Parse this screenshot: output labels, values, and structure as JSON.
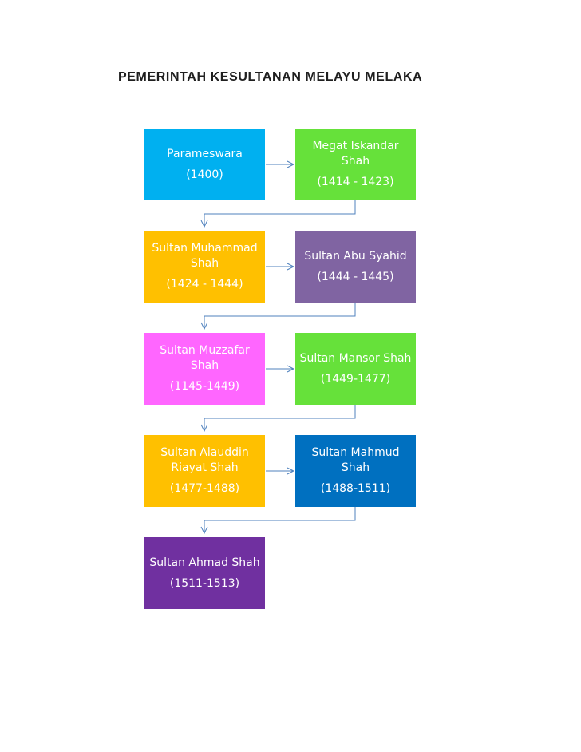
{
  "title": "PEMERINTAH KESULTANAN MELAYU MELAKA",
  "rulers": [
    {
      "name": "Parameswara",
      "years": "(1400)",
      "color": "#00B0F0"
    },
    {
      "name": "Megat Iskandar Shah",
      "years": "(1414 - 1423)",
      "color": "#66E13A"
    },
    {
      "name": "Sultan Muhammad Shah",
      "years": "(1424 - 1444)",
      "color": "#FFC000"
    },
    {
      "name": "Sultan Abu Syahid",
      "years": "(1444 - 1445)",
      "color": "#8064A2"
    },
    {
      "name": "Sultan Muzzafar Shah",
      "years": "(1145-1449)",
      "color": "#FF66FF"
    },
    {
      "name": "Sultan Mansor Shah",
      "years": "(1449-1477)",
      "color": "#66E13A"
    },
    {
      "name": "Sultan Alauddin Riayat Shah",
      "years": "(1477-1488)",
      "color": "#FFC000"
    },
    {
      "name": "Sultan Mahmud Shah",
      "years": "(1488-1511)",
      "color": "#0070C0"
    },
    {
      "name": "Sultan Ahmad Shah",
      "years": "(1511-1513)",
      "color": "#7030A0"
    }
  ],
  "connector_color": "#4F81BD"
}
